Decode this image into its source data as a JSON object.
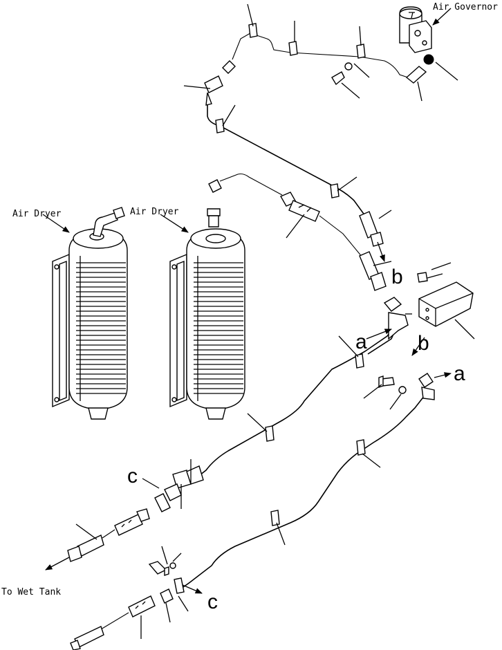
{
  "labels": {
    "air_governor": "Air Governor",
    "air_dryer_left": "Air Dryer",
    "air_dryer_right": "Air Dryer",
    "to_wet_tank": "To Wet Tank"
  },
  "connection_refs": {
    "a_left": "a",
    "a_right": "a",
    "b_upper": "b",
    "b_lower": "b",
    "c_left": "c",
    "c_right": "c"
  }
}
